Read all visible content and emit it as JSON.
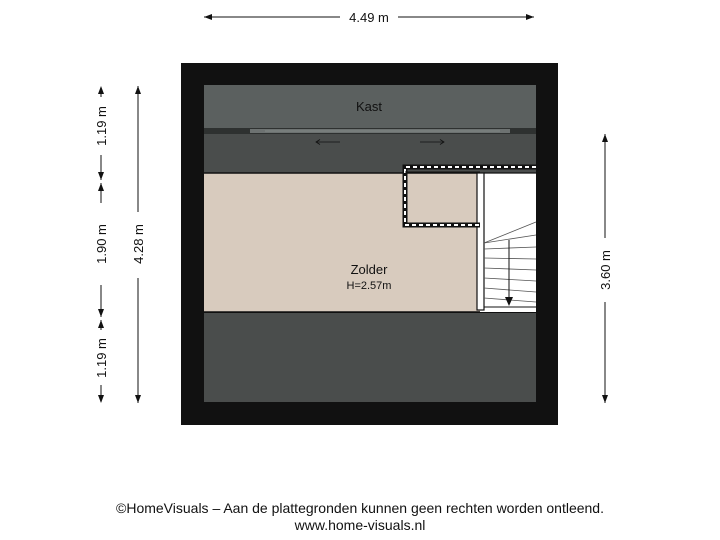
{
  "dimensions": {
    "top_width": "4.49 m",
    "left_top": "1.19 m",
    "left_middle": "1.90 m",
    "left_bottom": "1.19 m",
    "left_total": "4.28 m",
    "right": "3.60 m"
  },
  "rooms": {
    "kast": "Kast",
    "zolder": "Zolder",
    "zolder_height": "H=2.57m"
  },
  "colors": {
    "wall": "#111111",
    "low_ceiling": "#4a4d4c",
    "kast": "#5b605f",
    "floor": "#d8cbbe"
  },
  "footer": {
    "line1": "©HomeVisuals – Aan de plattegronden kunnen geen rechten worden ontleend.",
    "line2": "www.home-visuals.nl"
  }
}
